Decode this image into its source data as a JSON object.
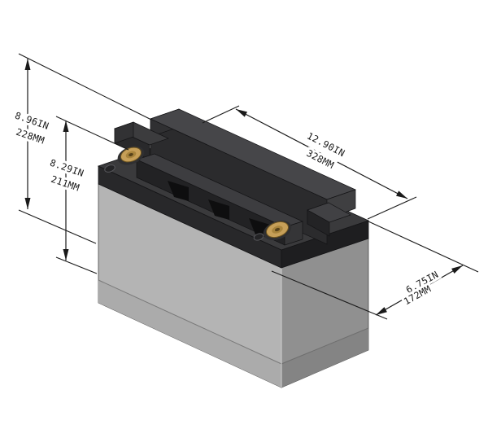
{
  "drawing": {
    "type": "isometric-battery-dimension-drawing",
    "dimensions": {
      "overall_height": {
        "in": "8.96IN",
        "mm": "228MM"
      },
      "container_height": {
        "in": "8.29IN",
        "mm": "211MM"
      },
      "length": {
        "in": "12.90IN",
        "mm": "328MM"
      },
      "width": {
        "in": "6.75IN",
        "mm": "172MM"
      }
    },
    "colors": {
      "background": "#ffffff",
      "body_front_face": "#b4b4b4",
      "body_side_face": "#909090",
      "lid_top": "#3a3a3c",
      "lid_shadow": "#28282a",
      "terminal_brass": "#c69f58",
      "dimension_line": "#1a1a1a"
    }
  }
}
